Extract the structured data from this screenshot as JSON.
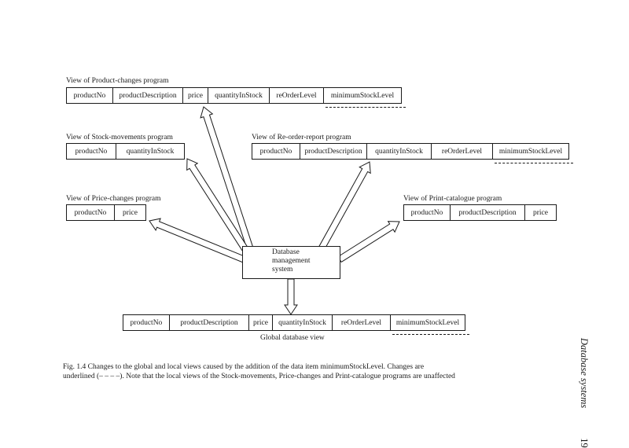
{
  "views": {
    "product_changes": {
      "title": "View of Product-changes program",
      "fields": [
        "productNo",
        "productDescription",
        "price",
        "quantityInStock",
        "reOrderLevel",
        "minimumStockLevel"
      ]
    },
    "stock_movements": {
      "title": "View of Stock-movements program",
      "fields": [
        "productNo",
        "quantityInStock"
      ]
    },
    "reorder_report": {
      "title": "View of Re-order-report program",
      "fields": [
        "productNo",
        "productDescription",
        "quantityInStock",
        "reOrderLevel",
        "minimumStockLevel"
      ]
    },
    "price_changes": {
      "title": "View of Price-changes program",
      "fields": [
        "productNo",
        "price"
      ]
    },
    "print_catalogue": {
      "title": "View of Print-catalogue program",
      "fields": [
        "productNo",
        "productDescription",
        "price"
      ]
    }
  },
  "dbms": {
    "line1": "Database",
    "line2": "management",
    "line3": "system"
  },
  "global_view": {
    "title": "Global database view",
    "fields": [
      "productNo",
      "productDescription",
      "price",
      "quantityInStock",
      "reOrderLevel",
      "minimumStockLevel"
    ]
  },
  "caption": {
    "line1": "Fig. 1.4    Changes to the global and local views caused by the addition of the data item minimumStockLevel. Changes are",
    "line2": "underlined (– – – –). Note that the local views of the Stock-movements, Price-changes and Print-catalogue programs are unaffected"
  },
  "running_head": {
    "title": "Database systems",
    "page": "19"
  }
}
